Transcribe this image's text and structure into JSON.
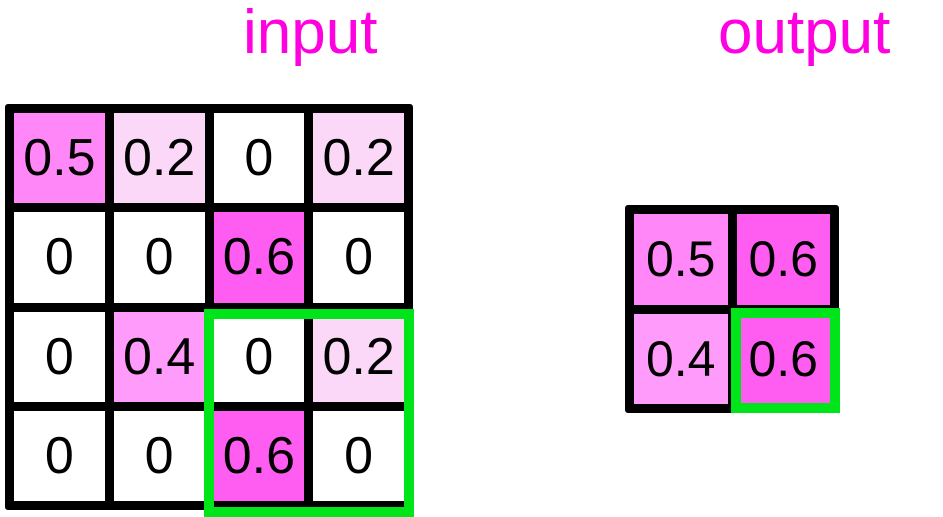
{
  "labels": {
    "input": "input",
    "output": "output"
  },
  "colors": {
    "label_magenta": "#ff00e0",
    "selection_green": "#00e519",
    "grid_line_black": "#000000",
    "cell_background_white": "#ffffff",
    "value_0": "#ffffff",
    "value_0_2": "#fbd7f8",
    "value_0_4": "#ff9bfa",
    "value_0_5": "#ff87f7",
    "value_0_6": "#ff5cf2"
  },
  "diagram": {
    "type": "max-pooling",
    "kernel": "2x2",
    "stride": 2
  },
  "input_grid": {
    "rows": 4,
    "cols": 4,
    "cells": [
      [
        {
          "value": "0.5",
          "num": 0.5,
          "color": "#ff87f7"
        },
        {
          "value": "0.2",
          "num": 0.2,
          "color": "#fbd7f8"
        },
        {
          "value": "0",
          "num": 0.0,
          "color": "#ffffff"
        },
        {
          "value": "0.2",
          "num": 0.2,
          "color": "#fbd7f8"
        }
      ],
      [
        {
          "value": "0",
          "num": 0.0,
          "color": "#ffffff"
        },
        {
          "value": "0",
          "num": 0.0,
          "color": "#ffffff"
        },
        {
          "value": "0.6",
          "num": 0.6,
          "color": "#ff5cf2"
        },
        {
          "value": "0",
          "num": 0.0,
          "color": "#ffffff"
        }
      ],
      [
        {
          "value": "0",
          "num": 0.0,
          "color": "#ffffff"
        },
        {
          "value": "0.4",
          "num": 0.4,
          "color": "#ff9bfa"
        },
        {
          "value": "0",
          "num": 0.0,
          "color": "#ffffff"
        },
        {
          "value": "0.2",
          "num": 0.2,
          "color": "#fbd7f8"
        }
      ],
      [
        {
          "value": "0",
          "num": 0.0,
          "color": "#ffffff"
        },
        {
          "value": "0",
          "num": 0.0,
          "color": "#ffffff"
        },
        {
          "value": "0.6",
          "num": 0.6,
          "color": "#ff5cf2"
        },
        {
          "value": "0",
          "num": 0.0,
          "color": "#ffffff"
        }
      ]
    ],
    "selection": {
      "row_start": 2,
      "col_start": 2,
      "row_span": 2,
      "col_span": 2
    }
  },
  "output_grid": {
    "rows": 2,
    "cols": 2,
    "cells": [
      [
        {
          "value": "0.5",
          "num": 0.5,
          "color": "#ff87f7"
        },
        {
          "value": "0.6",
          "num": 0.6,
          "color": "#ff5cf2"
        }
      ],
      [
        {
          "value": "0.4",
          "num": 0.4,
          "color": "#ff9bfa"
        },
        {
          "value": "0.6",
          "num": 0.6,
          "color": "#ff5cf2"
        }
      ]
    ],
    "selection": {
      "row_start": 1,
      "col_start": 1,
      "row_span": 1,
      "col_span": 1
    }
  }
}
